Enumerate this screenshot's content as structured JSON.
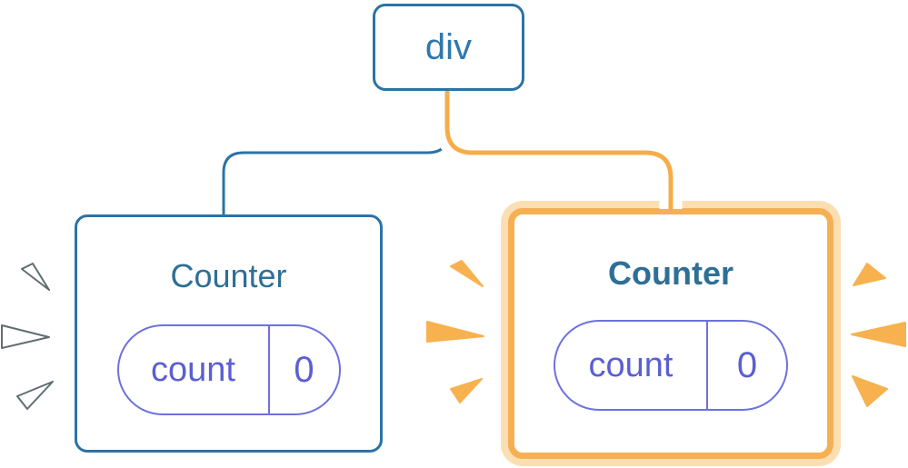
{
  "diagram": {
    "description": "component-tree-state-diagram",
    "root": {
      "label": "div"
    },
    "children": [
      {
        "title": "Counter",
        "state_key": "count",
        "state_value": "0",
        "highlighted": false
      },
      {
        "title": "Counter",
        "state_key": "count",
        "state_value": "0",
        "highlighted": true
      }
    ]
  },
  "colors": {
    "node_blue": "#2b73a6",
    "node_text": "#2e78ad",
    "title_blue": "#2e6f96",
    "pill_border": "#6d71de",
    "pill_text": "#5a5fd2",
    "connector_orange": "#f6ad49",
    "connector_casing": "#ffffff",
    "ring_outer": "#fbdfb3",
    "ring_inner": "#f6b054",
    "sparkle_orange": "#f7b14e",
    "sparkle_white": "#ffffff",
    "sparkle_outline": "#4e5e63"
  }
}
